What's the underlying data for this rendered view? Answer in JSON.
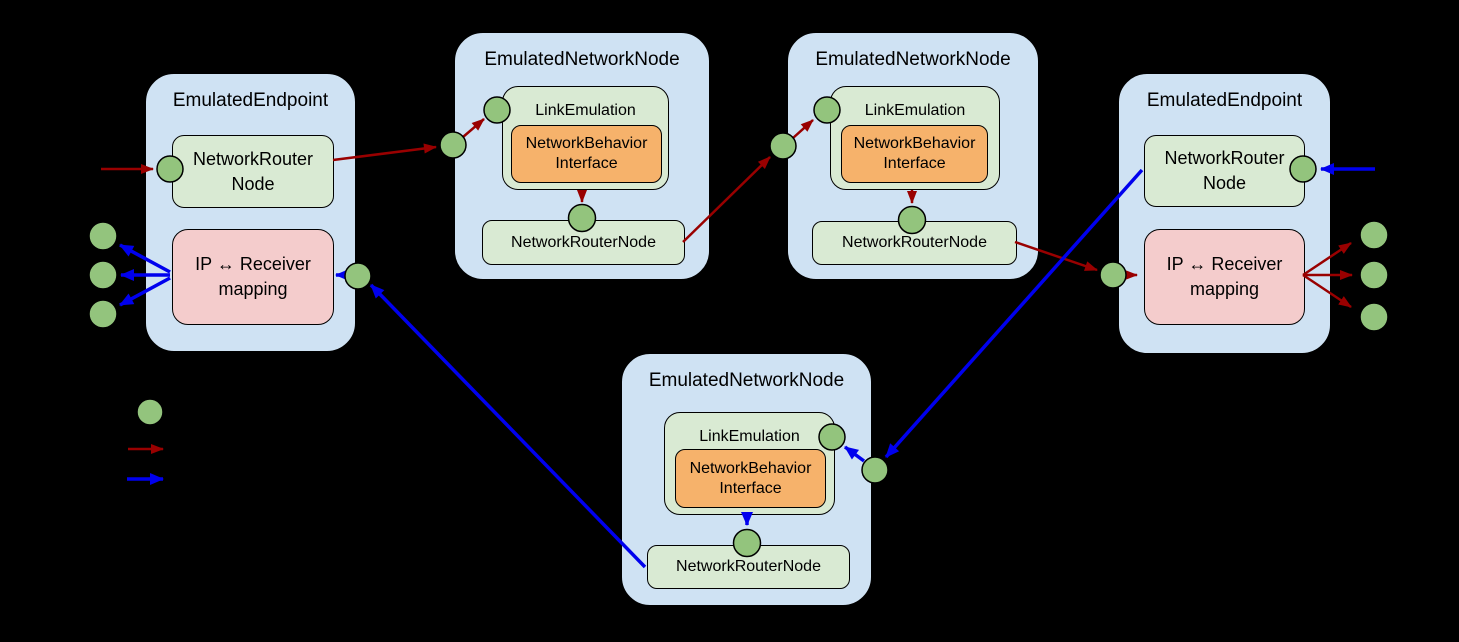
{
  "diagram": {
    "background": "#000000",
    "colors": {
      "background": "#000000",
      "group_fill": "#cfe2f3",
      "node_fill": "#d9ead3",
      "behavior_fill": "#f6b26b",
      "mapping_fill": "#f4cccc",
      "socket_fill": "#93c47d",
      "send_arrow": "#990000",
      "receive_arrow": "#0000ee",
      "border": "#000000"
    },
    "nodes": {
      "endpoint_left": {
        "title": "EmulatedEndpoint",
        "router_label": "NetworkRouter\nNode",
        "mapping_label": "IP ↔ Receiver\nmapping"
      },
      "netnode_top_left": {
        "title": "EmulatedNetworkNode",
        "link_label": "LinkEmulation",
        "behavior_label": "NetworkBehavior\nInterface",
        "router_label": "NetworkRouterNode"
      },
      "netnode_top_right": {
        "title": "EmulatedNetworkNode",
        "link_label": "LinkEmulation",
        "behavior_label": "NetworkBehavior\nInterface",
        "router_label": "NetworkRouterNode"
      },
      "netnode_bottom": {
        "title": "EmulatedNetworkNode",
        "link_label": "LinkEmulation",
        "behavior_label": "NetworkBehavior\nInterface",
        "router_label": "NetworkRouterNode"
      },
      "endpoint_right": {
        "title": "EmulatedEndpoint",
        "router_label": "NetworkRouter\nNode",
        "mapping_label": "IP ↔ Receiver\nmapping"
      }
    },
    "legend": {
      "items": [
        {
          "symbol": "socket-circle"
        },
        {
          "symbol": "send-arrow"
        },
        {
          "symbol": "receive-arrow"
        }
      ]
    }
  }
}
